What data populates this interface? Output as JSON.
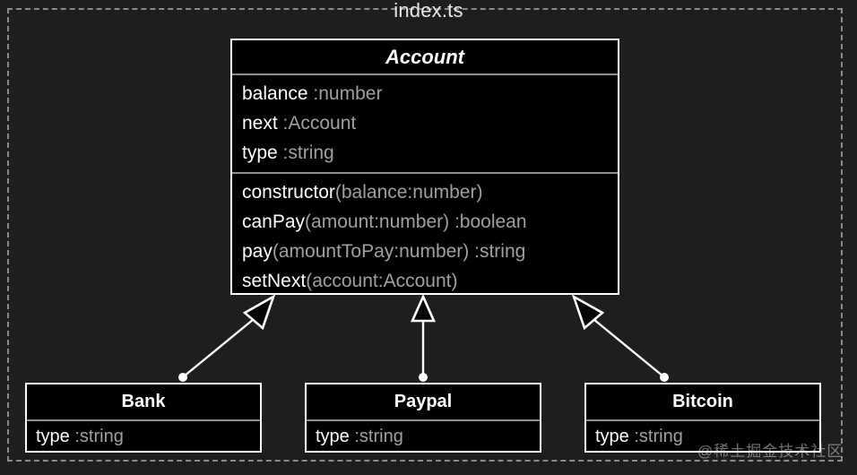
{
  "file": {
    "title": "index.ts"
  },
  "diagram": {
    "type": "uml-class-diagram",
    "relationship": "generalization",
    "colors": {
      "canvas_background": "#1e1e1e",
      "class_fill": "#000000",
      "class_border": "#ffffff",
      "compartment_divider": "#8f8f8f",
      "member_name": "#ffffff",
      "member_type": "#a0a0a0",
      "file_frame": "#8a8a8a"
    }
  },
  "classes": [
    {
      "id": "account",
      "name": "Account",
      "stereotype": "abstract",
      "attributes": [
        {
          "name": "balance",
          "type": " :number"
        },
        {
          "name": "next",
          "type": " :Account"
        },
        {
          "name": "type",
          "type": " :string"
        }
      ],
      "methods": [
        {
          "name": "constructor",
          "signature": "(balance:number)"
        },
        {
          "name": "canPay",
          "signature": "(amount:number) :boolean"
        },
        {
          "name": "pay",
          "signature": "(amountToPay:number) :string"
        },
        {
          "name": "setNext",
          "signature": "(account:Account)"
        }
      ]
    },
    {
      "id": "bank",
      "name": "Bank",
      "stereotype": "concrete",
      "attributes": [
        {
          "name": "type",
          "type": " :string"
        }
      ],
      "methods": []
    },
    {
      "id": "paypal",
      "name": "Paypal",
      "stereotype": "concrete",
      "attributes": [
        {
          "name": "type",
          "type": " :string"
        }
      ],
      "methods": []
    },
    {
      "id": "bitcoin",
      "name": "Bitcoin",
      "stereotype": "concrete",
      "attributes": [
        {
          "name": "type",
          "type": " :string"
        }
      ],
      "methods": []
    }
  ],
  "edges": [
    {
      "from": "bank",
      "to": "account",
      "kind": "generalization"
    },
    {
      "from": "paypal",
      "to": "account",
      "kind": "generalization"
    },
    {
      "from": "bitcoin",
      "to": "account",
      "kind": "generalization"
    }
  ],
  "watermark": {
    "text": "@稀土掘金技术社区"
  }
}
